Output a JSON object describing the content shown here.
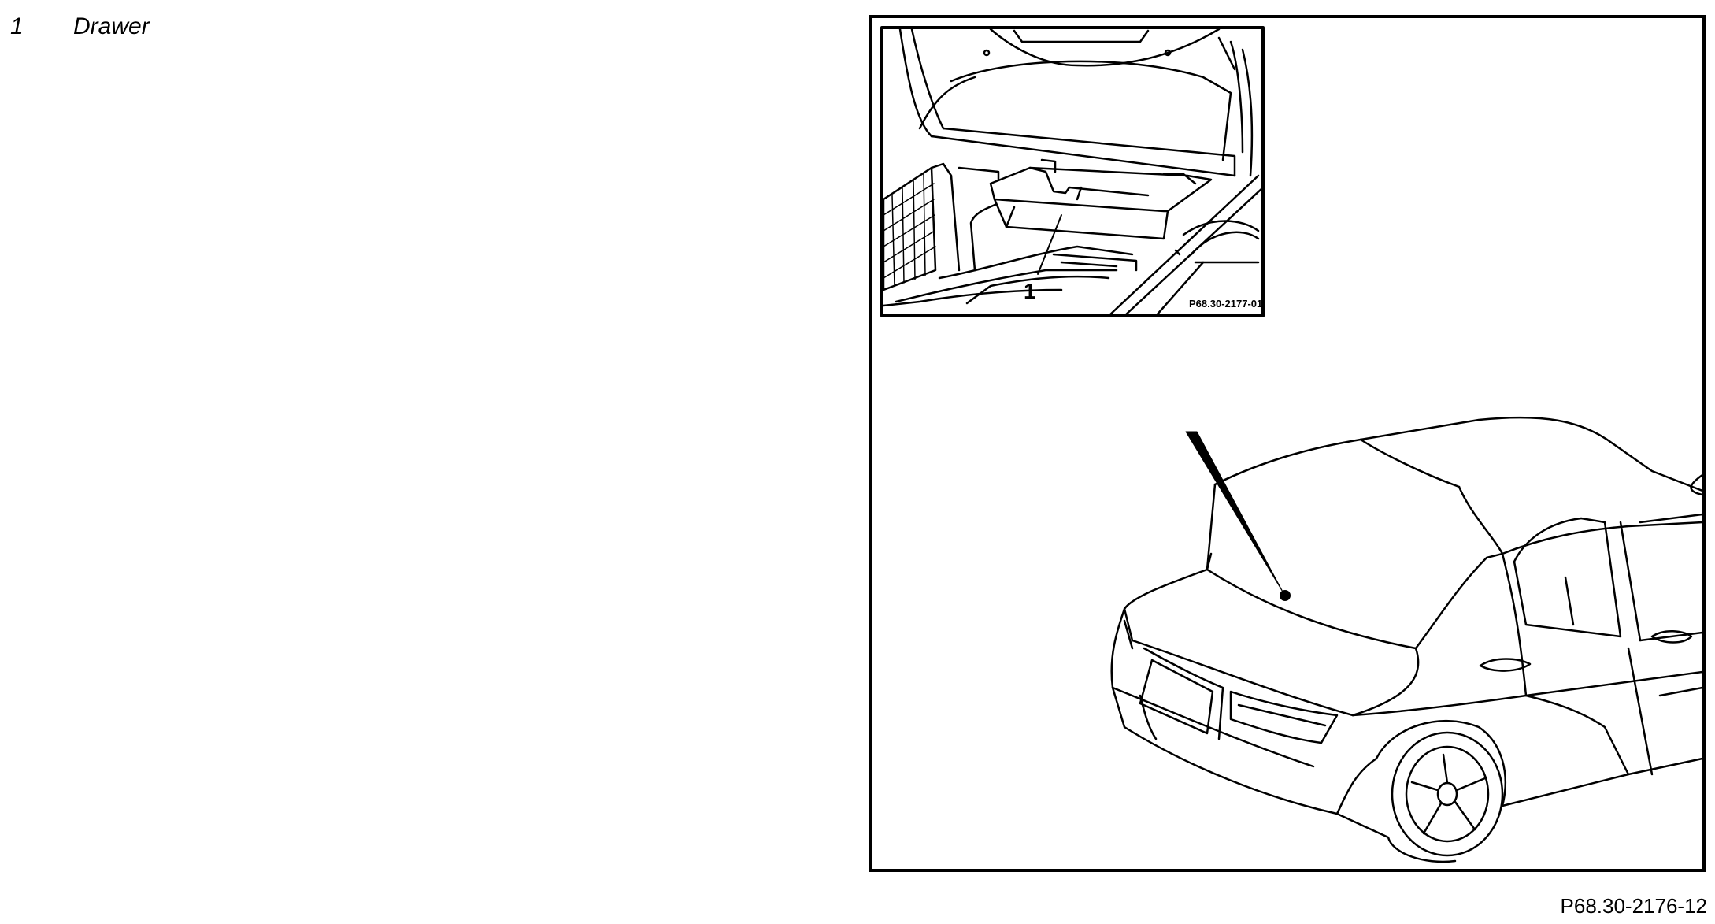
{
  "legend": {
    "items": [
      {
        "number": "1",
        "label": "Drawer"
      }
    ]
  },
  "figure": {
    "callout": "1",
    "inset_code": "P68.30-2177-01",
    "figure_code": "P68.30-2176-12"
  }
}
